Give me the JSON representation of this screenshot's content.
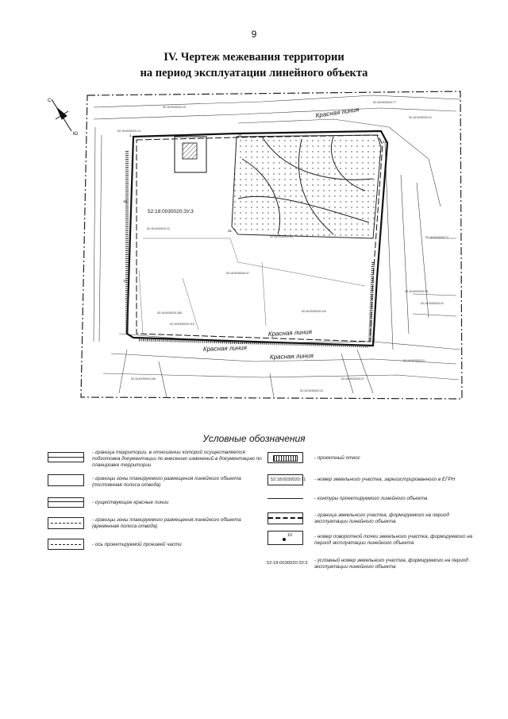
{
  "page_number": "9",
  "title": {
    "line1": "IV. Чертеж межевания территории",
    "line2": "на период эксплуатации линейного объекта"
  },
  "map": {
    "red_line_labels": [
      "Красная линия",
      "Красная линия",
      "Красная линия",
      "Красная линия"
    ],
    "parcel_main": "52:18:0030020:ЗУ.3",
    "north_label": "С",
    "south_label": "Ю",
    "parcel_numbers": [
      "52:18:0030020:29",
      "52:18:0030020:12",
      "52:18:0030020:14",
      "52:18:0030020:77",
      "52:18:0030020:31",
      "52:18:0030020:47",
      "52:18:0030020:38",
      "52:18:0030020:185",
      "52:18:0030020:115",
      "52:18:0030020:104",
      "52:18:0030020:71",
      "52:18:0030020:41",
      "52:18:0030020:21",
      "52:18:0030020:150",
      "52:18:0030020:27",
      "52:18:0030020:10",
      "52:18:0030020:1"
    ],
    "point_numbers": [
      "1",
      "7",
      "17",
      "19",
      "21",
      "22",
      "31"
    ],
    "colors": {
      "line": "#222222",
      "hatch": "#555555"
    }
  },
  "legend": {
    "title": "Условные обозначения",
    "items": [
      {
        "text": "- граница территории, в отношении которой осуществляется подготовка документации по внесению изменений в документацию по планировке территории"
      },
      {
        "text": "- границы зоны планируемого размещения линейного объекта (постоянная полоса отвода)"
      },
      {
        "text": "- существующие красные линии"
      },
      {
        "text": "- границы зоны планируемого размещения линейного объекта (временная полоса отвода)"
      },
      {
        "text": "- ось проектируемой проезжей части"
      },
      {
        "text": "- проектный откос"
      },
      {
        "text": "- номер земельного участка, зарегистрированного в ЕГРН",
        "code": "52:18:0030020:71"
      },
      {
        "text": "- контуры проектируемого линейного объекта"
      },
      {
        "text": "- граница земельного участка, формируемого на период эксплуатации линейного объекта"
      },
      {
        "text": "- номер поворотной точки земельного участка, формируемого на период эксплуатации линейного объекта",
        "code": "10"
      },
      {
        "text": "- условный номер земельного участка, формируемого на период эксплуатации линейного объекта",
        "code": "52:18:0030020:ЗУ.3"
      }
    ]
  }
}
